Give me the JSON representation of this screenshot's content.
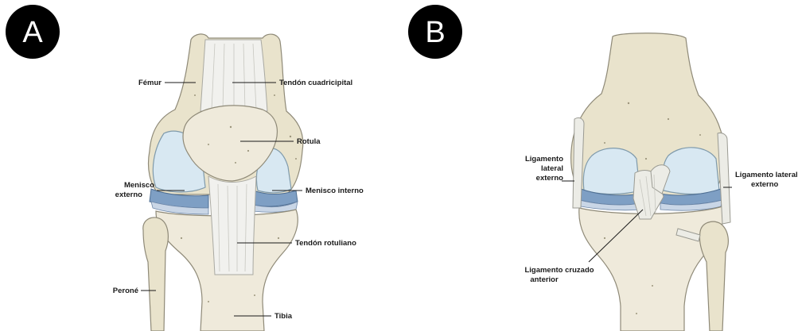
{
  "panel_a": {
    "badge": "A",
    "labels": {
      "femur": "Fémur",
      "quad_tendon": "Tendón cuadricipital",
      "patella": "Rotula",
      "lateral_meniscus_l1": "Menisco",
      "lateral_meniscus_l2": "externo",
      "medial_meniscus": "Menisco interno",
      "patellar_tendon": "Tendón rotuliano",
      "fibula": "Peroné",
      "tibia": "Tibia"
    }
  },
  "panel_b": {
    "badge": "B",
    "labels": {
      "lcl_left_l1": "Ligamento",
      "lcl_left_l2": "lateral",
      "lcl_left_l3": "externo",
      "lcl_right_l1": "Ligamento lateral",
      "lcl_right_l2": "externo",
      "acl_l1": "Ligamento cruzado",
      "acl_l2": "anterior"
    }
  },
  "colors": {
    "bone": "#e9e3cc",
    "cartilage": "#d8e8f2",
    "meniscus": "#7e9fc4",
    "tendon": "#f1f1ee",
    "badge": "#000000"
  }
}
